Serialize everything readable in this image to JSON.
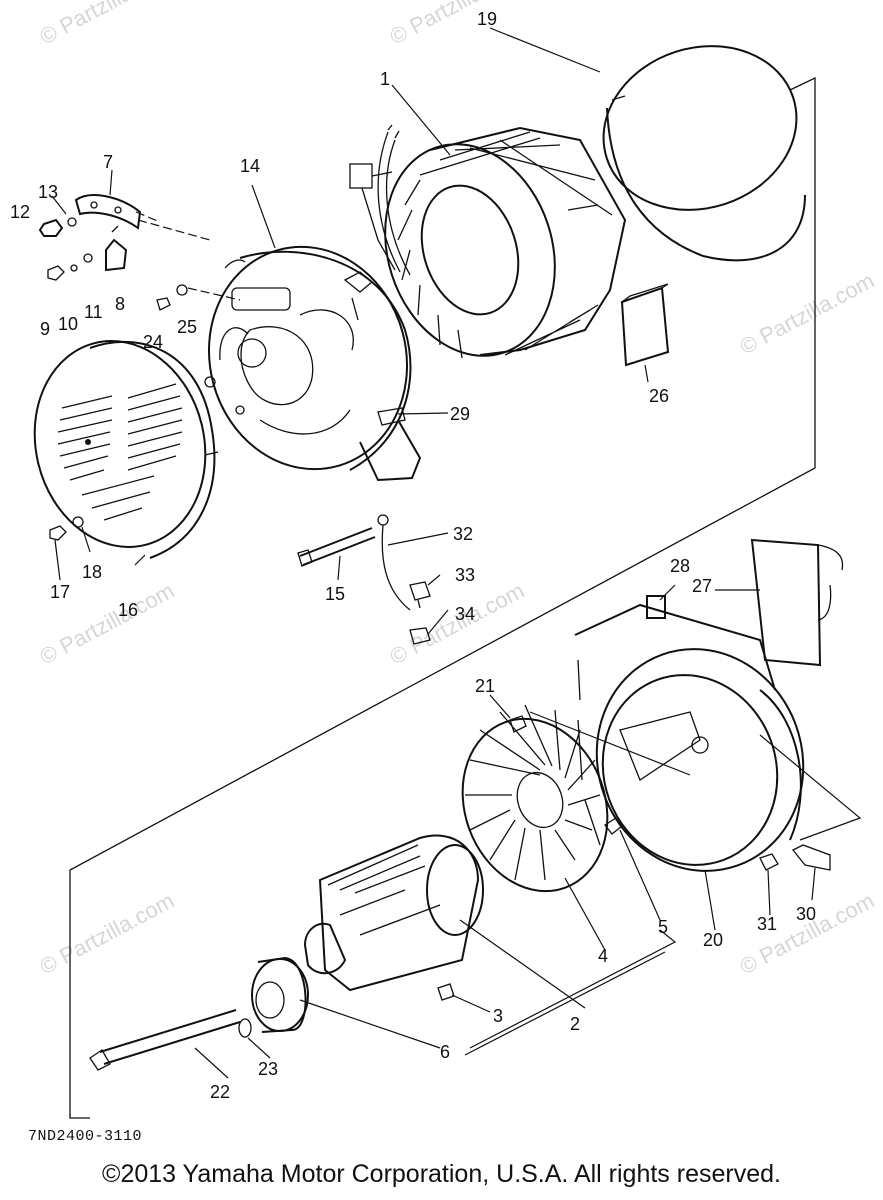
{
  "watermark": "© Partzilla.com",
  "drawing_code": "7ND2400-3110",
  "copyright": "©2013  Yamaha Motor Corporation, U.S.A. All rights reserved.",
  "callouts": {
    "c1": "1",
    "c2": "2",
    "c3": "3",
    "c4": "4",
    "c5": "5",
    "c6": "6",
    "c7": "7",
    "c8": "8",
    "c9": "9",
    "c10": "10",
    "c11": "11",
    "c12": "12",
    "c13": "13",
    "c14": "14",
    "c15": "15",
    "c16": "16",
    "c17": "17",
    "c18": "18",
    "c19": "19",
    "c20": "20",
    "c21": "21",
    "c22": "22",
    "c23": "23",
    "c24": "24",
    "c25": "25",
    "c26": "26",
    "c27": "27",
    "c28": "28",
    "c29": "29",
    "c30": "30",
    "c31": "31",
    "c32": "32",
    "c33": "33",
    "c34": "34"
  }
}
